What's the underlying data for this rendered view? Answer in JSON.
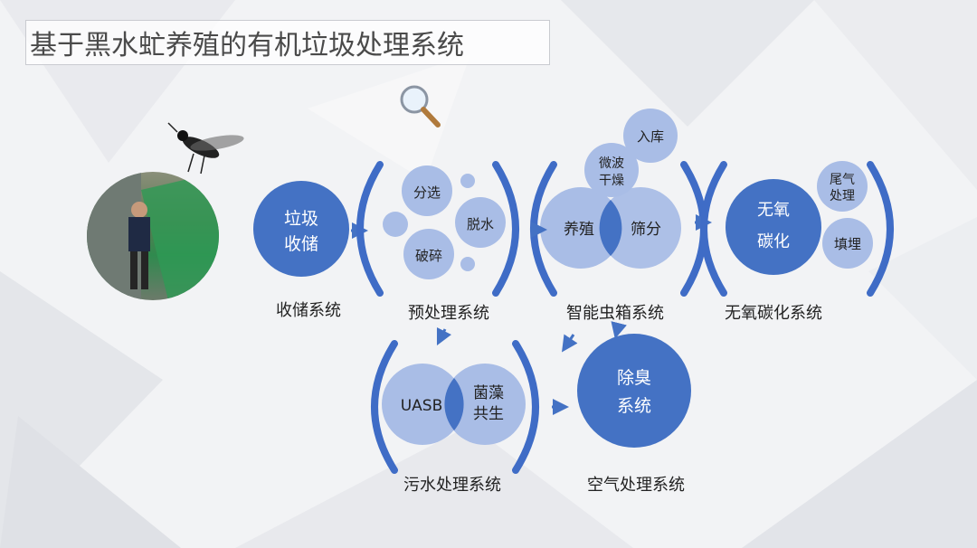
{
  "title": "基于黑水虻养殖的有机垃圾处理系统",
  "storage": {
    "circle_text_line1": "垃圾",
    "circle_text_line2": "收储",
    "system_label": "收储系统"
  },
  "pretreatment": {
    "items": [
      "分选",
      "脱水",
      "破碎"
    ],
    "system_label": "预处理系统"
  },
  "insect_box": {
    "overlap_left": "养殖",
    "overlap_right": "筛分",
    "top_line1": "微波",
    "top_line2": "干燥",
    "warehouse": "入库",
    "system_label": "智能虫箱系统"
  },
  "anaerobic": {
    "main_line1": "无氧",
    "main_line2": "碳化",
    "tail_gas_line1": "尾气",
    "tail_gas_line2": "处理",
    "landfill": "填埋",
    "system_label": "无氧碳化系统"
  },
  "sewage": {
    "left": "UASB",
    "right_line1": "菌藻",
    "right_line2": "共生",
    "system_label": "污水处理系统"
  },
  "air": {
    "line1": "除臭",
    "line2": "系统",
    "system_label": "空气处理系统"
  },
  "colors": {
    "dark_blue": "#4472c4",
    "light_blue": "#a9bde6",
    "bracket_blue": "#3f6cc6",
    "arrow_blue": "#4472c4"
  }
}
